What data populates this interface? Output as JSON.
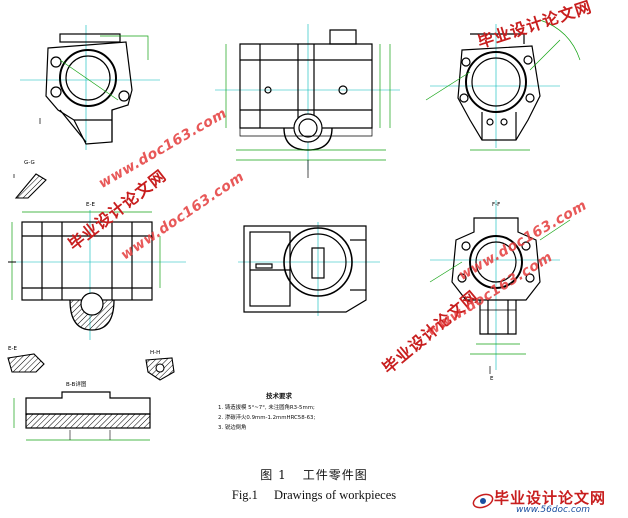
{
  "figure": {
    "caption_cn_label": "图 1",
    "caption_cn_text": "工件零件图",
    "caption_en_label": "Fig.1",
    "caption_en_text": "Drawings of workpieces"
  },
  "views": {
    "g_g": "G-G",
    "e_e": "E-E",
    "f_f": "F-F",
    "h_h": "H-H",
    "b_detail": "B-B详图",
    "e_mark": "E"
  },
  "tech_requirements": {
    "title": "技术要求",
    "items": [
      "1. 铸造拔模 5°~7°, 未注圆角R3-5mm;",
      "2. 渗碳淬火0.9mm-1.2mmHRC58-63;",
      "3. 锐边倒角"
    ]
  },
  "watermarks": {
    "cn": "毕业设计论文网",
    "url": "www.doc163.com"
  },
  "logo": {
    "text": "毕业设计论文网",
    "url": "www.56doc.com"
  },
  "colors": {
    "outline": "#000000",
    "centerline": "#00b7b7",
    "dimension": "#12a312",
    "watermark": "#c81e1e"
  }
}
